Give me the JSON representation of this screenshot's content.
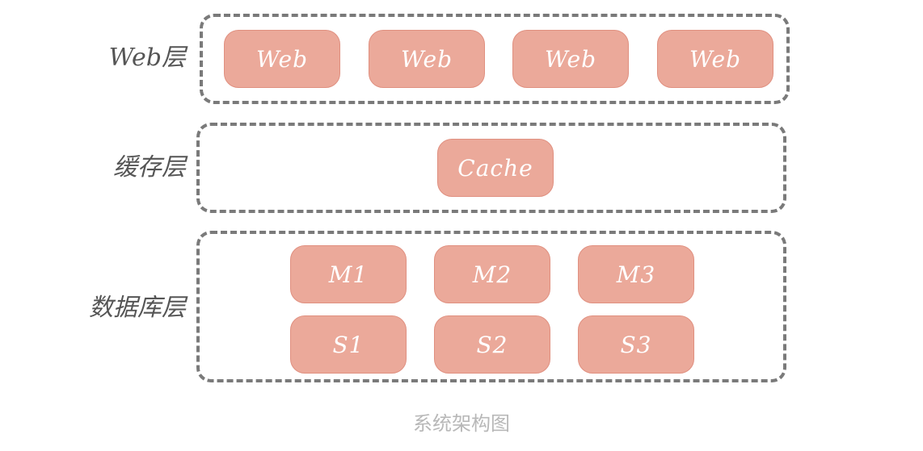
{
  "layers": {
    "web": {
      "label": "Web层",
      "nodes": [
        "Web",
        "Web",
        "Web",
        "Web"
      ]
    },
    "cache": {
      "label": "缓存层",
      "nodes": [
        "Cache"
      ]
    },
    "database": {
      "label": "数据库层",
      "masters": [
        "M1",
        "M2",
        "M3"
      ],
      "slaves": [
        "S1",
        "S2",
        "S3"
      ]
    }
  },
  "caption": "系统架构图",
  "colors": {
    "node_fill": "#eba99a",
    "dashed_border": "#7a7a7a",
    "label_text": "#555555",
    "caption_text": "#b8b8b8"
  }
}
